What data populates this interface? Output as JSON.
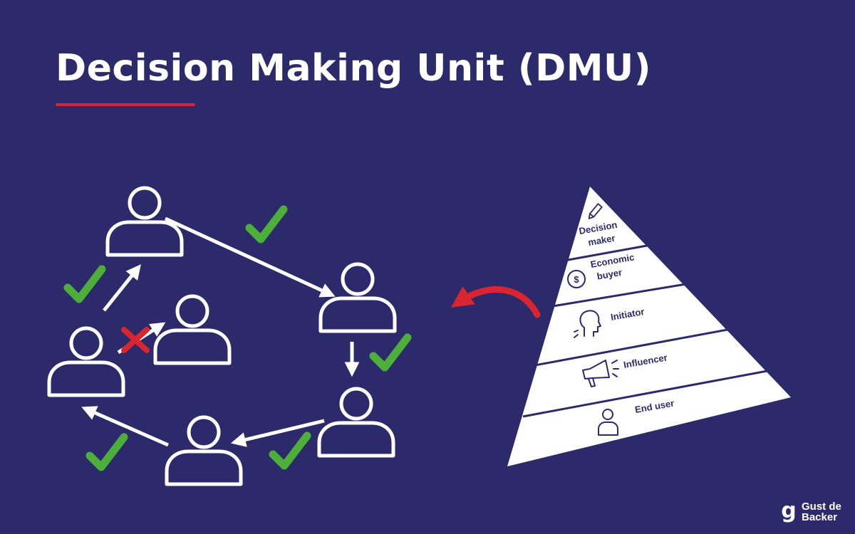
{
  "title": "Decision Making Unit (DMU)",
  "brand": {
    "logo_letter": "g",
    "name": "Gust de Backer"
  },
  "pyramid": {
    "levels": [
      {
        "label_lines": [
          "Decision",
          "maker"
        ],
        "icon": "pencil-icon"
      },
      {
        "label_lines": [
          "Economic",
          "buyer"
        ],
        "icon": "dollar-coin-icon"
      },
      {
        "label_lines": [
          "Initiator"
        ],
        "icon": "speaking-head-icon"
      },
      {
        "label_lines": [
          "Influencer"
        ],
        "icon": "megaphone-icon"
      },
      {
        "label_lines": [
          "End user"
        ],
        "icon": "user-icon"
      }
    ]
  },
  "colors": {
    "background": "#2d2a6b",
    "accent_red": "#d7262f",
    "check_green": "#4caf39",
    "white": "#ffffff"
  }
}
